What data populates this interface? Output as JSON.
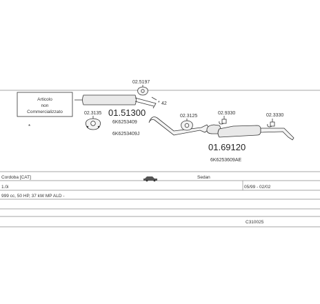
{
  "diagram": {
    "note": {
      "line1": "Articolo",
      "line2": "non",
      "line3": "Commercializzato"
    },
    "parts": {
      "clamp_left_code": "02.3135",
      "clamp_top_code": "02.5197",
      "bolt_label": "42",
      "front_muffler_code": "01.51300",
      "front_muffler_oe1": "6K6253409",
      "front_muffler_oe2": "6K6253409J",
      "clamp_mid_code": "02.3125",
      "hanger_code": "02.9330",
      "rear_hanger_code": "02.3330",
      "rear_muffler_code": "01.69120",
      "rear_muffler_oe": "6K6253609AE"
    }
  },
  "vehicle": {
    "model": "Cordoba [CAT]",
    "body": "Sedan",
    "engine": "1.0i",
    "years": "05/99 - 02/02",
    "spec": "999 cc, 50 HP, 37 kW MP ALD -",
    "diagram_code": "C310025"
  }
}
